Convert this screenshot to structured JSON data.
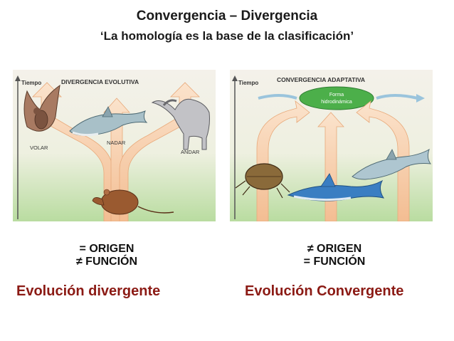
{
  "header": {
    "title": "Convergencia – Divergencia",
    "subtitle": "‘La homología es la base de la clasificación’"
  },
  "left_panel": {
    "time_label": "Tiempo",
    "heading": "DIVERGENCIA EVOLUTIVA",
    "label_volar": "VOLAR",
    "label_nadar": "NADAR",
    "label_andar": "ANDAR"
  },
  "right_panel": {
    "time_label": "Tiempo",
    "heading": "CONVERGENCIA ADAPTATIVA",
    "forma_line1": "Forma",
    "forma_line2": "hidrodinámica"
  },
  "left_conditions": {
    "line1": "= ORIGEN",
    "line2": "≠ FUNCIÓN"
  },
  "right_conditions": {
    "line1": "≠ ORIGEN",
    "line2": "= FUNCIÓN"
  },
  "conclusions": {
    "left": "Evolución divergente",
    "right": "Evolución Convergente"
  },
  "colors": {
    "conclusion": "#8b1a14",
    "arrow_fill": "#f6c8a0",
    "panel_bg_top": "#f4f1ea",
    "panel_bg_bottom": "#b9dca0"
  }
}
